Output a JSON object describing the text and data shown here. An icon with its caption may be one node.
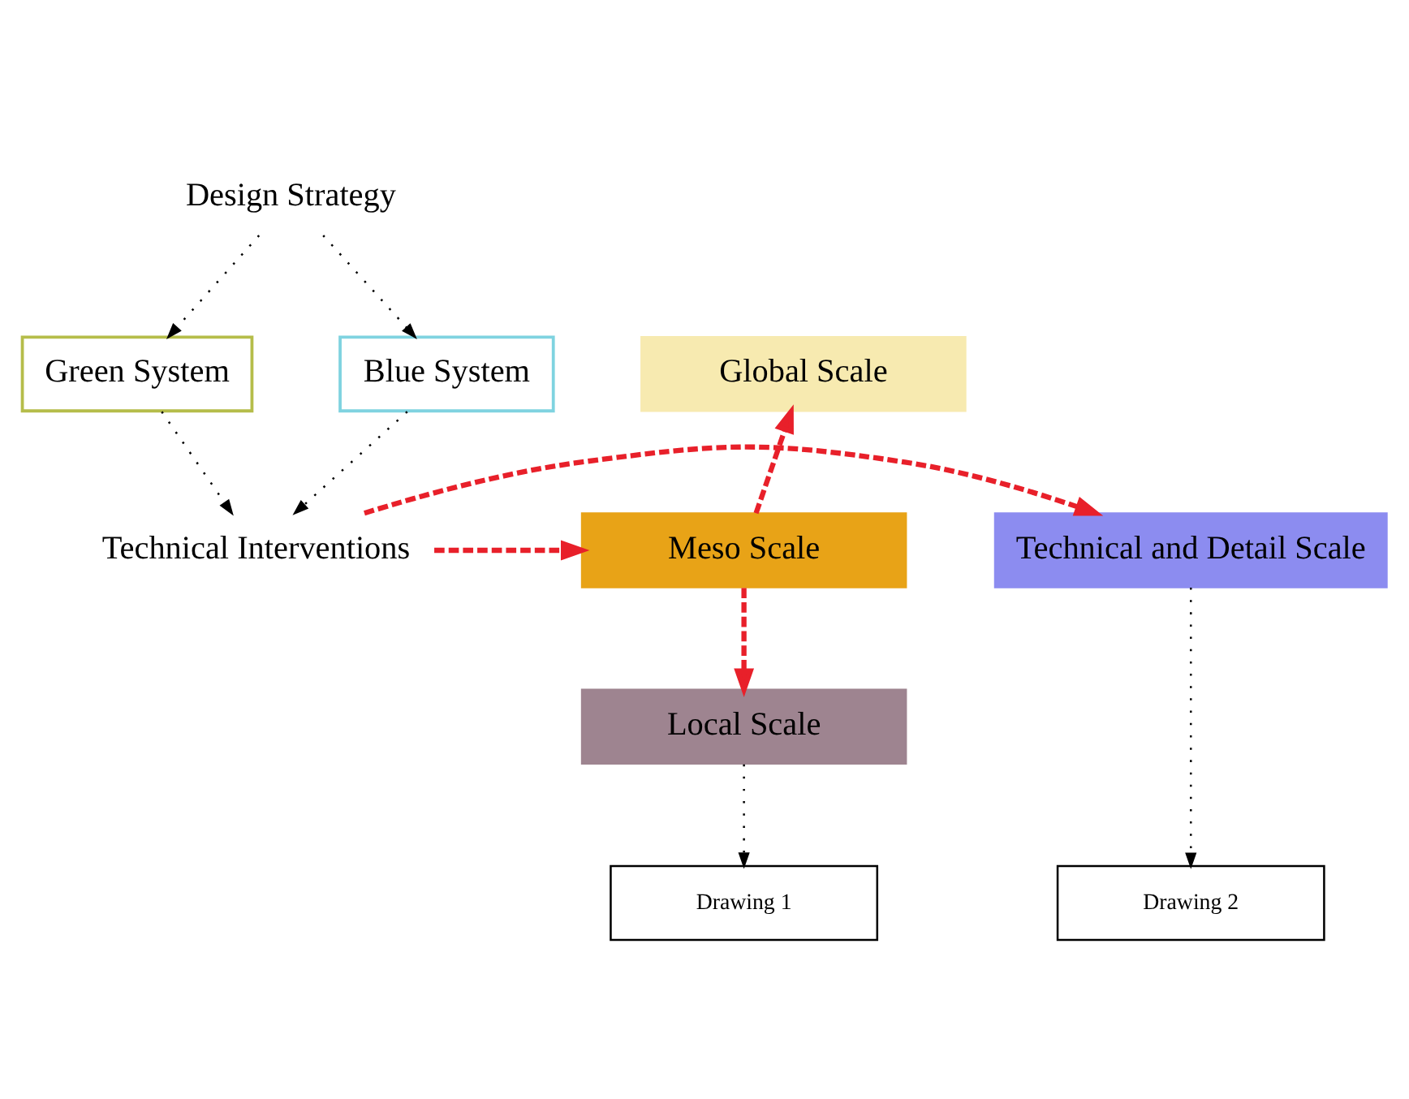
{
  "diagram": {
    "nodes": [
      {
        "text": [
          "Design Strategy"
        ]
      },
      {
        "text": [
          "Green System"
        ]
      },
      {
        "text": [
          "Blue System"
        ]
      },
      {
        "text": [
          "Global Scale"
        ]
      },
      {
        "text": [
          "Meso Scale"
        ]
      },
      {
        "text": [
          "Technical Interventions"
        ]
      },
      {
        "text": [
          "Technical and Detail Scale"
        ]
      },
      {
        "text": [
          "Local Scale"
        ]
      },
      {
        "text": [
          "Drawing 1"
        ]
      },
      {
        "text": [
          "Drawing 2"
        ]
      }
    ],
    "edges": [
      {
        "from": 0,
        "to": 1,
        "arrow": "to"
      },
      {
        "from": 0,
        "to": 2,
        "arrow": "to"
      },
      {
        "from": 1,
        "to": 5,
        "arrow": "to"
      },
      {
        "from": 2,
        "to": 5,
        "arrow": "to"
      },
      {
        "from": 5,
        "to": 4,
        "arrow": "to",
        "style": "dashed",
        "color": "#e8202a"
      },
      {
        "from": 5,
        "to": 6,
        "arrow": "to",
        "style": "dashed",
        "color": "#e8202a"
      },
      {
        "from": 4,
        "to": 3,
        "arrow": "to",
        "style": "dashed",
        "color": "#e8202a"
      },
      {
        "from": 4,
        "to": 7,
        "arrow": "to",
        "style": "dashed",
        "color": "#e8202a"
      },
      {
        "from": 7,
        "to": 8,
        "arrow": "to"
      },
      {
        "from": 6,
        "to": 9,
        "arrow": "to"
      }
    ]
  }
}
